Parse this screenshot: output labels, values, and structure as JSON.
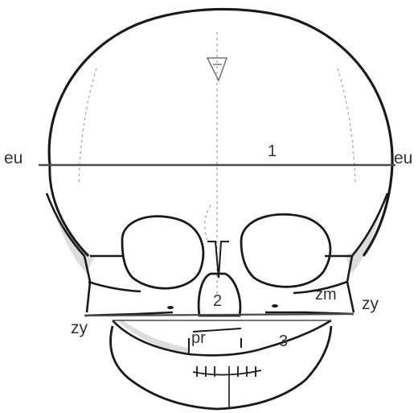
{
  "labels": {
    "eu_left": "eu",
    "eu_right": "eu",
    "num_1": "1",
    "num_2": "2",
    "num_3": "3",
    "zm": "zm",
    "zy_left": "zy",
    "zy_right": "zy",
    "pr": "pr"
  },
  "colors": {
    "ink": "#1a1a1a",
    "measure_line": "#4a4a4a",
    "shade": "#bdbdbd"
  }
}
